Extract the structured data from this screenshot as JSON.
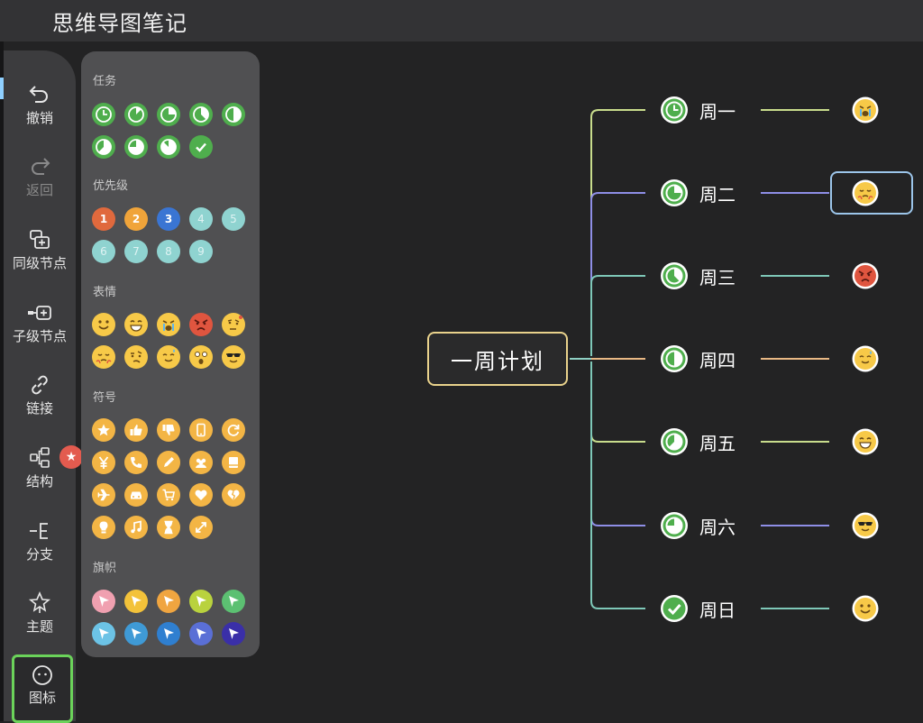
{
  "app": {
    "title": "思维导图笔记"
  },
  "toolbar": {
    "undo": "撤销",
    "redo": "返回",
    "sibling": "同级节点",
    "child": "子级节点",
    "link": "链接",
    "structure": "结构",
    "branch": "分支",
    "theme": "主题",
    "icons": "图标"
  },
  "panel": {
    "task_title": "任务",
    "priority_title": "优先级",
    "priorities": [
      "1",
      "2",
      "3",
      "4",
      "5",
      "6",
      "7",
      "8",
      "9"
    ],
    "emotion_title": "表情",
    "symbol_title": "符号",
    "flag_title": "旗帜"
  },
  "mindmap": {
    "root": "一周计划",
    "branches": [
      {
        "label": "周一",
        "task": "0%"
      },
      {
        "label": "周二",
        "task": "25%"
      },
      {
        "label": "周三",
        "task": "37.5%"
      },
      {
        "label": "周四",
        "task": "50%"
      },
      {
        "label": "周五",
        "task": "62.5%"
      },
      {
        "label": "周六",
        "task": "75%"
      },
      {
        "label": "周日",
        "task": "100%"
      }
    ]
  },
  "colors": {
    "accent": "#6bd35a",
    "task_green": "#4fae4d",
    "root_border": "#e9d28c",
    "selection": "#9cc5ea"
  }
}
